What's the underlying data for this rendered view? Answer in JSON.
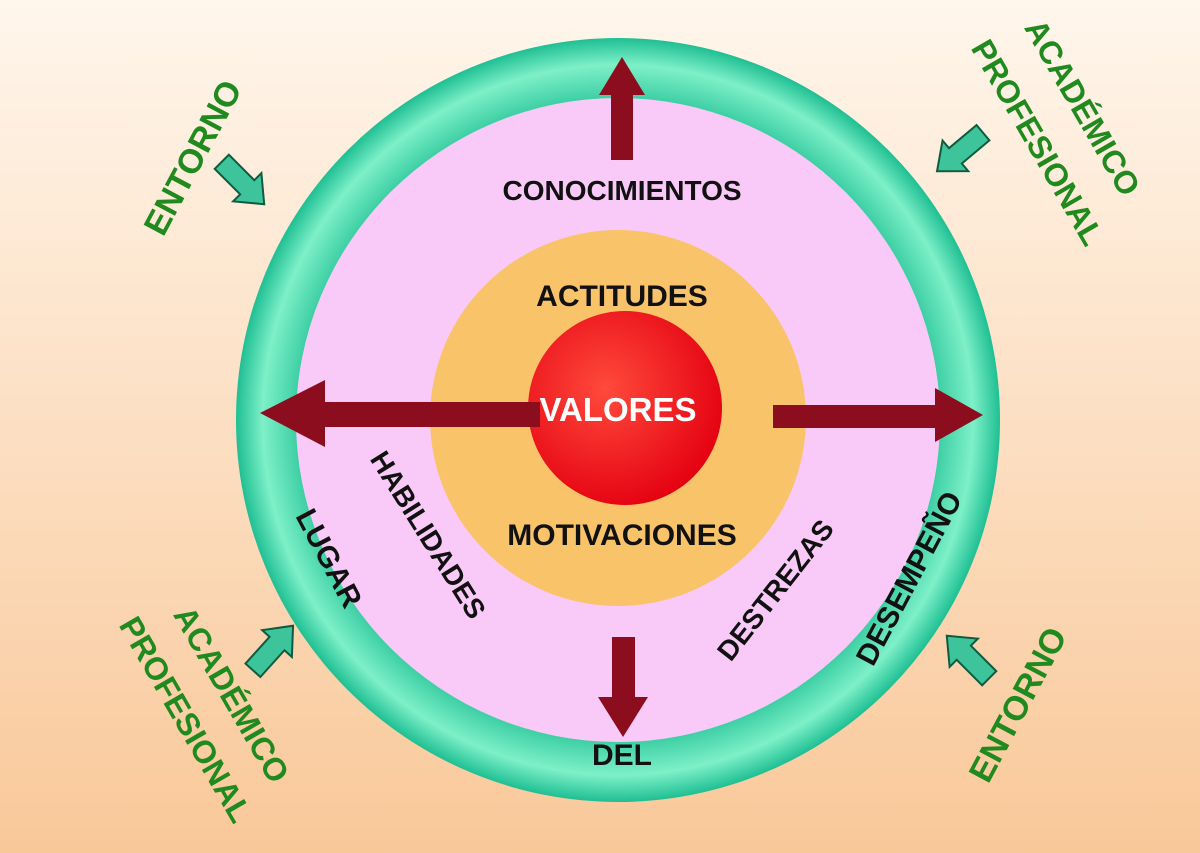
{
  "colors": {
    "background_top": "#fff6ec",
    "background_bottom": "#f9c899",
    "outer_ring": "#1fbf93",
    "outer_ring_highlight": "#7ef0c8",
    "middle_ring": "#f9caf7",
    "inner_ring": "#f9c36a",
    "core": "#e40010",
    "core_highlight": "#ff4a3c",
    "arrow": "#8b0d1e",
    "green_text": "#208a1e",
    "input_arrow_fill": "#3ec49a",
    "input_arrow_stroke": "#0f5a40",
    "dark_text": "#111111"
  },
  "center": {
    "core": "VALORES",
    "inner_top": "ACTITUDES",
    "inner_bottom": "MOTIVACIONES",
    "middle_top": "CONOCIMIENTOS",
    "middle_left": "HABILIDADES",
    "middle_right": "DESTREZAS"
  },
  "outer_ring_labels": {
    "left": "LUGAR",
    "bottom": "DEL",
    "right": "DESEMPEÑO"
  },
  "side_labels": {
    "top_left": "ENTORNO",
    "top_right_line1": "ACADÉMICO",
    "top_right_line2": "PROFESIONAL",
    "bottom_left_line1": "ACADÉMICO",
    "bottom_left_line2": "PROFESIONAL",
    "bottom_right": "ENTORNO"
  },
  "icons": {
    "top_left": "input-arrow-icon",
    "top_right": "input-arrow-icon",
    "bottom_left": "input-arrow-icon",
    "bottom_right": "input-arrow-icon"
  }
}
